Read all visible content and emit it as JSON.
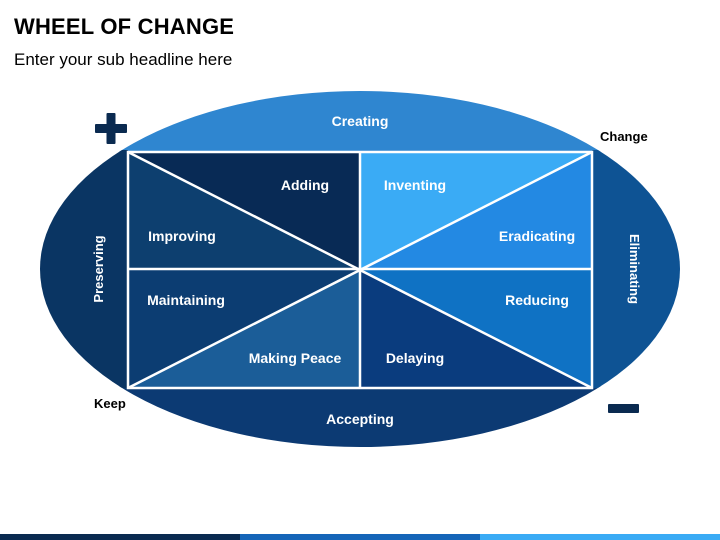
{
  "header": {
    "title": "WHEEL OF CHANGE",
    "subtitle": "Enter your sub headline here"
  },
  "wheel": {
    "top_label": "Creating",
    "bottom_label": "Accepting",
    "left_label": "Preserving",
    "right_label": "Eliminating",
    "segments": {
      "adding": "Adding",
      "improving": "Improving",
      "inventing": "Inventing",
      "eradicating": "Eradicating",
      "maintaining": "Maintaining",
      "making_peace": "Making Peace",
      "delaying": "Delaying",
      "reducing": "Reducing"
    }
  },
  "corners": {
    "change": "Change",
    "keep": "Keep",
    "plus_icon": "plus-icon",
    "minus_icon": "minus-icon"
  },
  "colors": {
    "top_band": "#2f86d0",
    "bottom_band": "#0c3a73",
    "left_band": "#0a3563",
    "right_band": "#0e5394",
    "adding": "#082a55",
    "improving": "#0d3f6f",
    "inventing": "#3aabf5",
    "eradicating": "#2389e3",
    "maintaining": "#0c3d72",
    "making_peace": "#1b5d98",
    "delaying": "#0a3c7e",
    "reducing": "#0f72c4",
    "icon": "#0a2a50"
  }
}
